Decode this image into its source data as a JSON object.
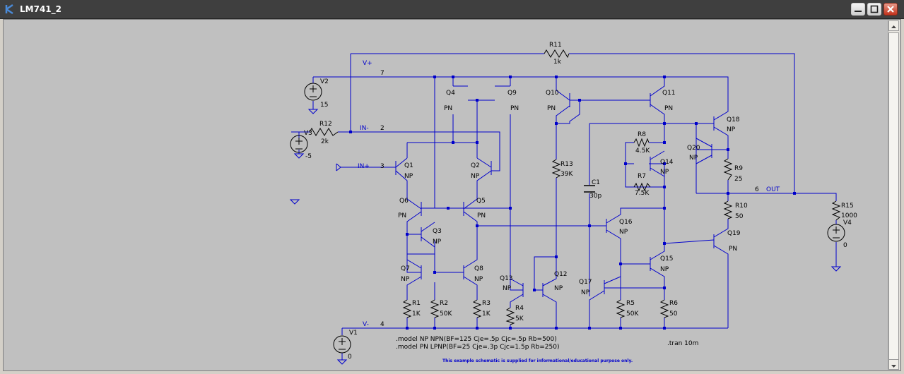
{
  "window": {
    "title": "LM741_2"
  },
  "labels": {
    "r11": "R11",
    "r11v": "1k",
    "vplus": "V+",
    "n7": "7",
    "v2": "V2",
    "v2v": "15",
    "inminus": "IN-",
    "n2": "2",
    "r12": "R12",
    "r12v": "2k",
    "v3": "V3",
    "v3v": "-5",
    "inplus": "IN+",
    "n3": "3",
    "q1": "Q1",
    "q2": "Q2",
    "q3": "Q3",
    "q4": "Q4",
    "q5": "Q5",
    "q6": "Q6",
    "q7": "Q7",
    "q8": "Q8",
    "q9": "Q9",
    "q10": "Q10",
    "q11": "Q11",
    "q12": "Q12",
    "q13": "Q13",
    "q14": "Q14",
    "q15": "Q15",
    "q16": "Q16",
    "q17": "Q17",
    "q18": "Q18",
    "q19": "Q19",
    "q20": "Q20",
    "np": "NP",
    "pn": "PN",
    "r1": "R1",
    "r1v": "1K",
    "r2": "R2",
    "r2v": "50K",
    "r3": "R3",
    "r3v": "1K",
    "r4": "R4",
    "r4v": "5K",
    "r5": "R5",
    "r5v": "50K",
    "r6": "R6",
    "r6v": "50",
    "r7": "R7",
    "r7v": "7.5K",
    "r8": "R8",
    "r8v": "4.5K",
    "r9": "R9",
    "r9v": "25",
    "r10": "R10",
    "r10v": "50",
    "r13": "R13",
    "r13v": "39K",
    "r15": "R15",
    "r15v": "1000",
    "c1": "C1",
    "c1v": "30p",
    "n6": "6",
    "out": "OUT",
    "v4": "V4",
    "v4v": "0",
    "v1": "V1",
    "v1v": "0",
    "vminus": "V-",
    "n4": "4",
    "model1": ".model NP NPN(BF=125 Cje=.5p Cjc=.5p Rb=500)",
    "model2": ".model PN LPNP(BF=25 Cje=.3p Cjc=1.5p Rb=250)",
    "tran": ".tran 10m",
    "disclaimer": "This example schematic is supplied for informational/educational purpose only."
  },
  "colors": {
    "wire": "#0000cc",
    "text": "#000000",
    "canvas": "#c0c0c0",
    "close": "#c3321b"
  }
}
